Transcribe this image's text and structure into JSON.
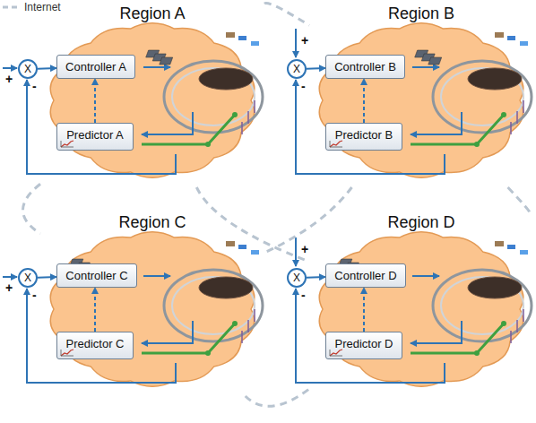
{
  "diagram": {
    "nodes": [
      {
        "text": [
          "Region A"
        ]
      },
      {
        "text": [
          "X"
        ]
      },
      {
        "text": [
          "Controller A"
        ],
        "in": 0
      },
      {
        "text": [
          "Predictor A"
        ],
        "in": 0
      },
      {
        "text": [
          "Region B"
        ]
      },
      {
        "text": [
          "X"
        ]
      },
      {
        "text": [
          "Controller B"
        ],
        "in": 4
      },
      {
        "text": [
          "Predictor B"
        ],
        "in": 4
      },
      {
        "text": [
          "Region C"
        ]
      },
      {
        "text": [
          "X"
        ]
      },
      {
        "text": [
          "Controller C"
        ],
        "in": 8
      },
      {
        "text": [
          "Predictor C"
        ],
        "in": 8
      },
      {
        "text": [
          "Region D"
        ]
      },
      {
        "text": [
          "X"
        ]
      },
      {
        "text": [
          "Controller D"
        ],
        "in": 12
      },
      {
        "text": [
          "Predictor D"
        ],
        "in": 12
      }
    ],
    "edges": [
      {
        "from": 1,
        "to": 2,
        "arrow": "to"
      },
      {
        "from": 3,
        "to": 2,
        "arrow": "to"
      },
      {
        "from": 5,
        "to": 6,
        "arrow": "to"
      },
      {
        "from": 7,
        "to": 6,
        "arrow": "to"
      },
      {
        "from": 9,
        "to": 10,
        "arrow": "to"
      },
      {
        "from": 11,
        "to": 10,
        "arrow": "to"
      },
      {
        "from": 13,
        "to": 14,
        "arrow": "to"
      },
      {
        "from": 15,
        "to": 14,
        "arrow": "to"
      },
      {
        "from": 0,
        "to": 4,
        "arrow": "none"
      },
      {
        "from": 0,
        "to": 8,
        "arrow": "none"
      },
      {
        "from": 4,
        "to": 12,
        "arrow": "none"
      },
      {
        "from": 8,
        "to": 12,
        "arrow": "none"
      },
      {
        "from": 0,
        "to": 12,
        "arrow": "none"
      },
      {
        "from": 4,
        "to": 8,
        "arrow": "none"
      }
    ],
    "labels": [
      "+",
      "-",
      "+",
      "-",
      "+",
      "-",
      "+",
      "-"
    ],
    "legend": [
      {
        "text": "Internet"
      }
    ]
  }
}
